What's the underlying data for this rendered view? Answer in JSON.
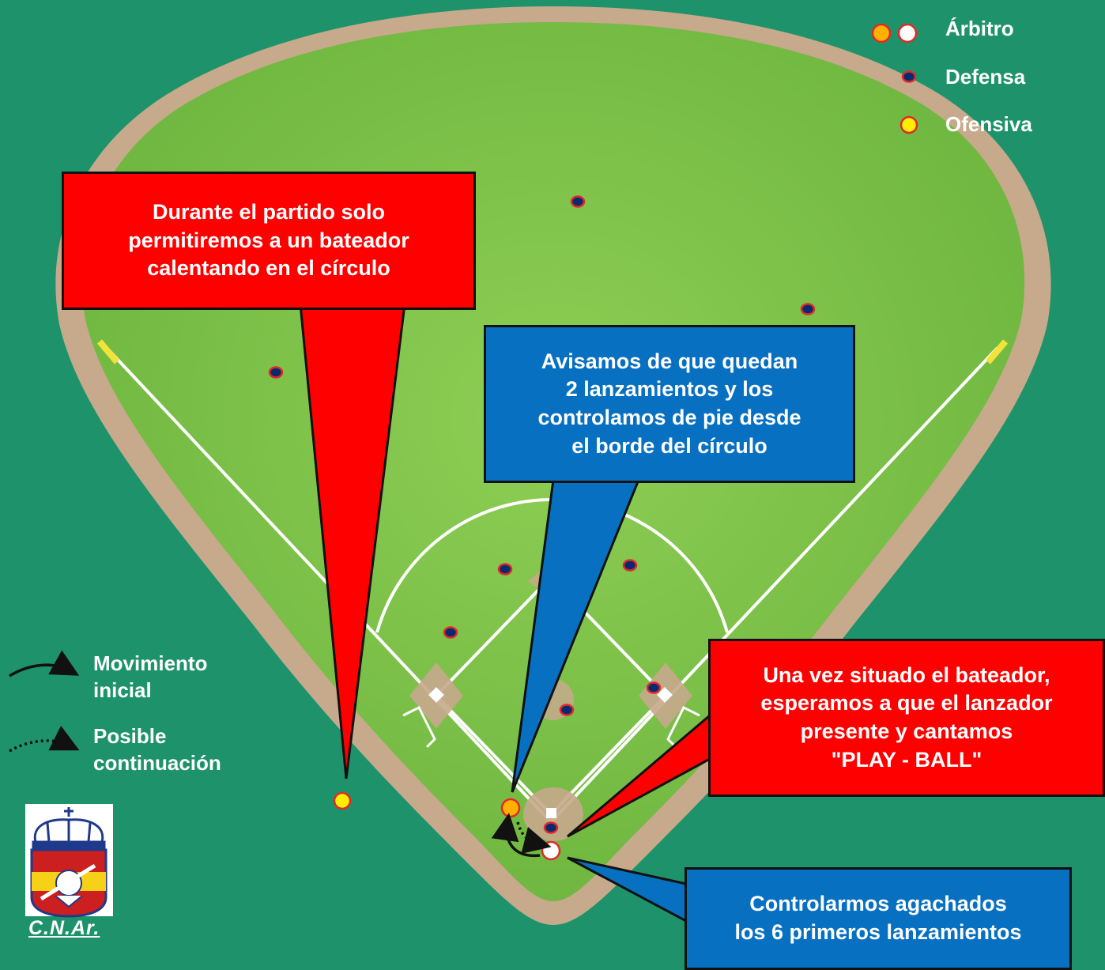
{
  "legend": {
    "arbitro": "Árbitro",
    "defensa": "Defensa",
    "ofensiva": "Ofensiva",
    "movimiento": "Movimiento\ninicial",
    "continuacion": "Posible\ncontinuación"
  },
  "callouts": {
    "partido": "Durante el partido solo\npermitiremos a un bateador\ncalentando en el círculo",
    "avisamos": "Avisamos de que quedan\n2 lanzamientos y los\ncontrolamos de pie desde\nel  borde del círculo",
    "situado": "Una vez situado el bateador,\nesperamos a que el lanzador\npresente y cantamos\n\"PLAY - BALL\"",
    "agachados": "Controlarmos agachados\nlos 6 primeros lanzamientos"
  },
  "logo": {
    "text": "C.N.Ar."
  },
  "colors": {
    "background": "#1e936b",
    "grass": "#7cc247",
    "dirt": "#c7a98c",
    "red_callout": "#fe0000",
    "blue_callout": "#0870c1",
    "defense_dot": "#0b2a6e",
    "offense_dot": "#ffee00",
    "umpire_orange": "#ffb000"
  }
}
